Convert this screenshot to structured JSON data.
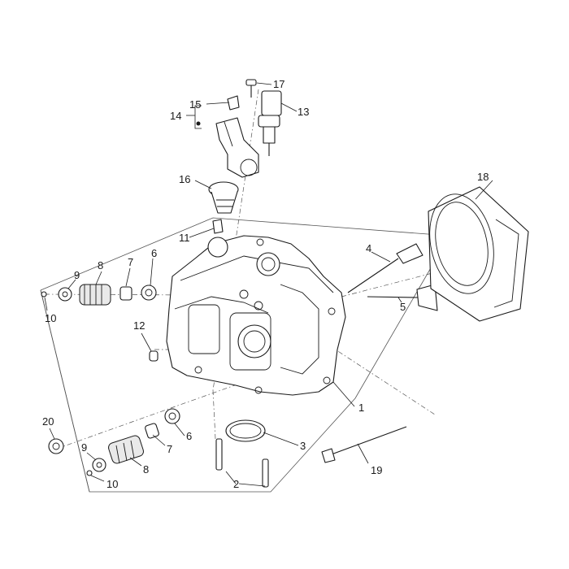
{
  "diagram": {
    "colors": {
      "line": "#1a1a1a",
      "dash": "#555555",
      "background": "#ffffff"
    },
    "callouts": {
      "c1": "1",
      "c2": "2",
      "c3": "3",
      "c4": "4",
      "c5": "5",
      "c6_top": "6",
      "c6_bottom": "6",
      "c7_top": "7",
      "c7_bottom": "7",
      "c8_top": "8",
      "c8_bottom": "8",
      "c9_top": "9",
      "c9_bottom": "9",
      "c10_top": "10",
      "c10_bottom": "10",
      "c11": "11",
      "c12": "12",
      "c13": "13",
      "c14": "14",
      "c15": "15",
      "c16": "16",
      "c17": "17",
      "c18": "18",
      "c19": "19",
      "c20": "20"
    }
  }
}
